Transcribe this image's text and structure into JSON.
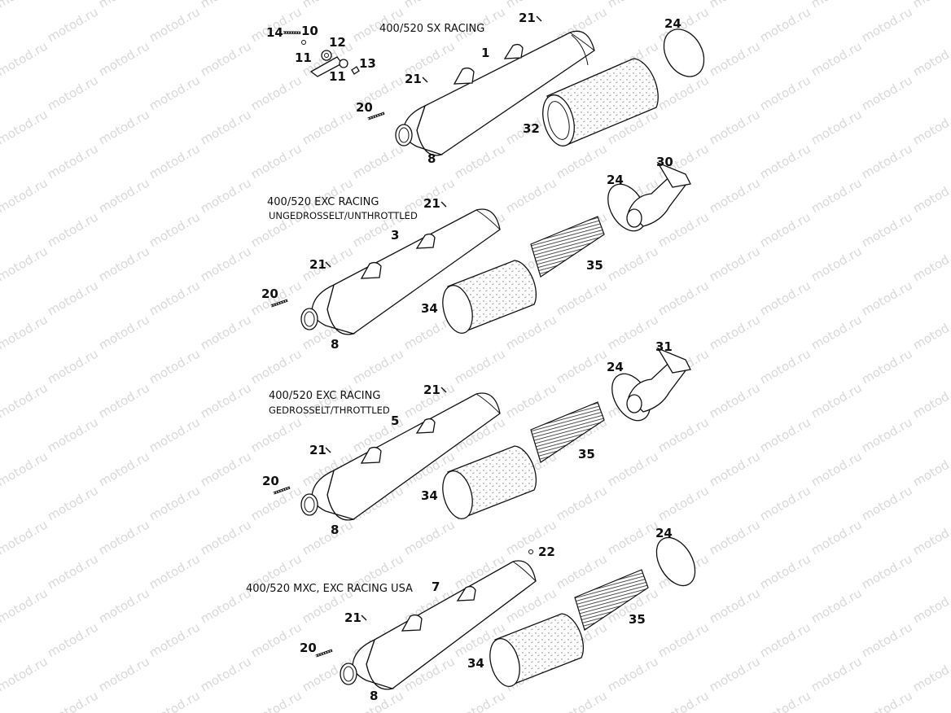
{
  "watermark": "motod.ru",
  "colors": {
    "line": "#111111",
    "watermark": "#d9d9d9",
    "background": "#ffffff"
  },
  "groups": [
    {
      "title": "400/520 SX RACING",
      "subtitle": "",
      "labels": [
        "14",
        "10",
        "12",
        "11",
        "13",
        "11",
        "20",
        "21",
        "1",
        "21",
        "8",
        "32",
        "24"
      ]
    },
    {
      "title": "400/520 EXC RACING",
      "subtitle": "UNGEDROSSELT/UNTHROTTLED",
      "labels": [
        "21",
        "3",
        "21",
        "20",
        "8",
        "34",
        "35",
        "24",
        "30"
      ]
    },
    {
      "title": "400/520 EXC RACING",
      "subtitle": "GEDROSSELT/THROTTLED",
      "labels": [
        "21",
        "5",
        "21",
        "20",
        "8",
        "34",
        "35",
        "24",
        "31"
      ]
    },
    {
      "title": "400/520 MXC, EXC RACING USA",
      "subtitle": "",
      "labels": [
        "7",
        "22",
        "21",
        "20",
        "8",
        "34",
        "35",
        "24"
      ]
    }
  ]
}
